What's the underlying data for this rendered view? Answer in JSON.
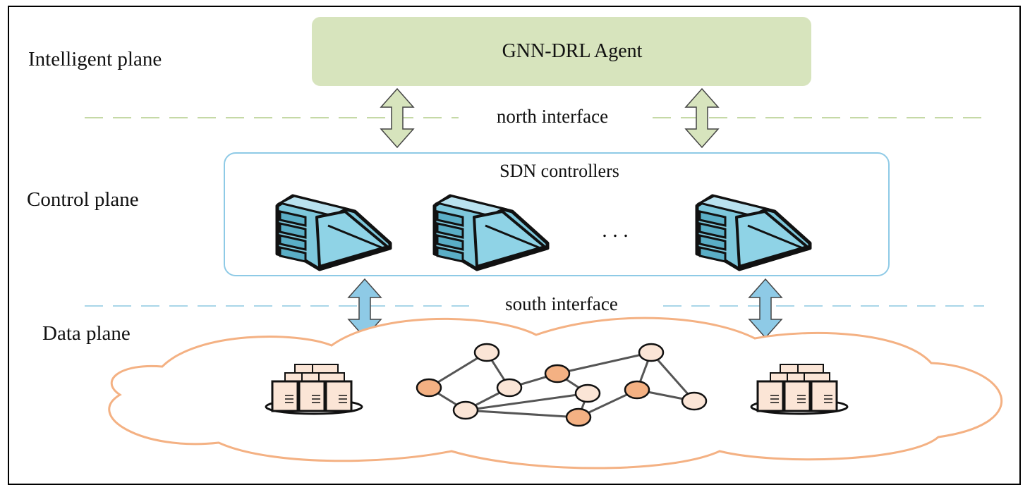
{
  "planes": {
    "intelligent": "Intelligent plane",
    "control": "Control plane",
    "data": "Data plane"
  },
  "agent": {
    "label": "GNN-DRL Agent"
  },
  "interfaces": {
    "north": "north interface",
    "south": "south interface"
  },
  "controllers": {
    "title": "SDN controllers",
    "ellipsis": ". . ."
  },
  "colors": {
    "agent_fill": "#d7e4bd",
    "north_arrow": "#d7e4bd",
    "control_border": "#8ecae6",
    "server_blue": "#7ec8dc",
    "south_arrow": "#8ecae6",
    "cloud_border": "#f4b183",
    "node_light": "#fbe5d6",
    "node_dark": "#f4b183",
    "link": "#555555"
  }
}
